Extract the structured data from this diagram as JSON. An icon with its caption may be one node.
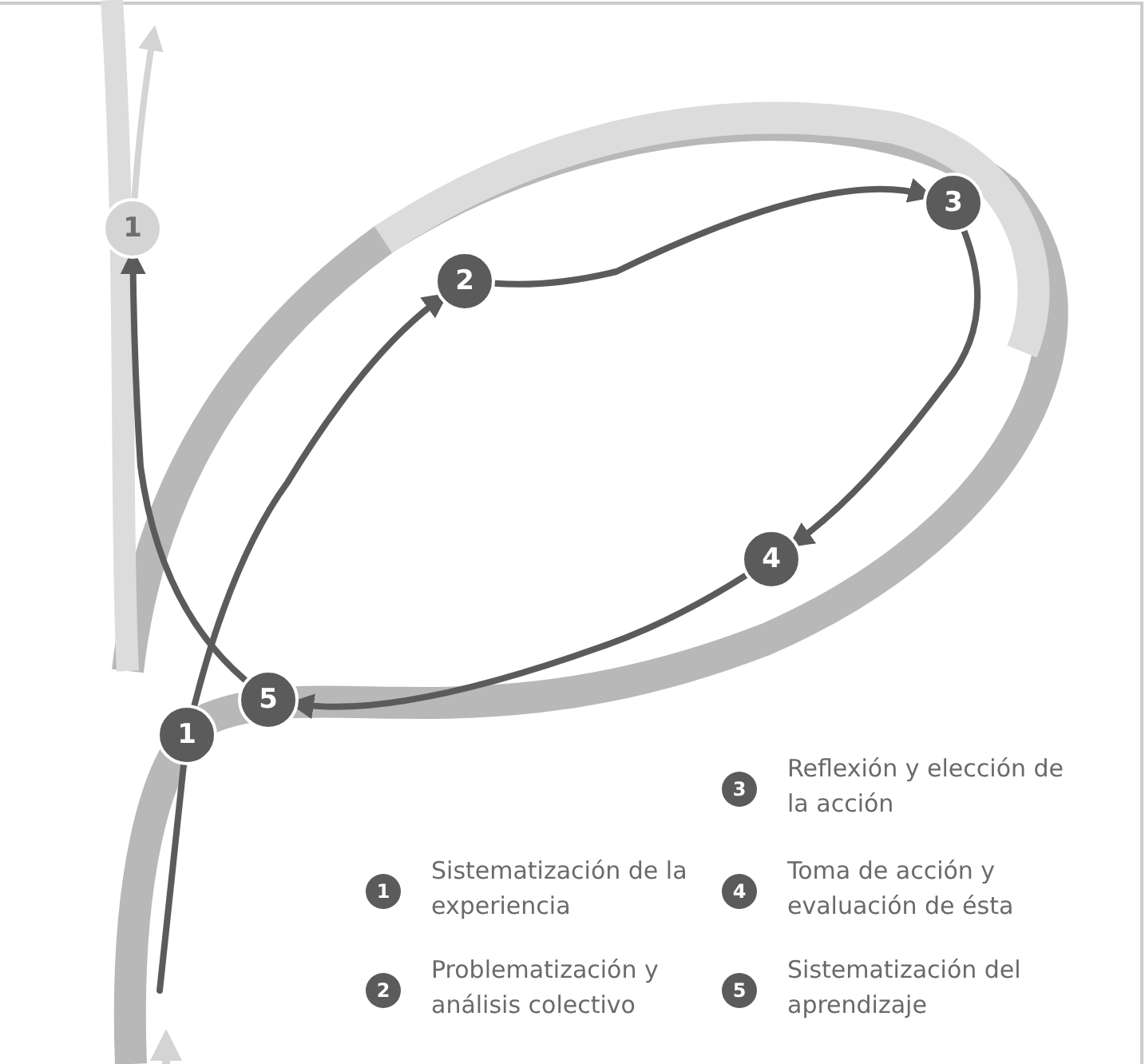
{
  "diagram": {
    "nodes": [
      {
        "text": [
          "1"
        ]
      },
      {
        "text": [
          "2"
        ]
      },
      {
        "text": [
          "3"
        ]
      },
      {
        "text": [
          "4"
        ]
      },
      {
        "text": [
          "5"
        ]
      },
      {
        "text": [
          "1"
        ]
      },
      {
        "text": [
          "1"
        ],
        "beside": [
          "Sistematización de la experiencia"
        ]
      },
      {
        "text": [
          "2"
        ],
        "beside": [
          "Problematización y análisis colectivo"
        ]
      },
      {
        "text": [
          "3"
        ],
        "beside": [
          "Reflexión y elección de la acción"
        ]
      },
      {
        "text": [
          "4"
        ],
        "beside": [
          "Toma de acción y evaluación de ésta"
        ]
      },
      {
        "text": [
          "5"
        ],
        "beside": [
          "Sistematización del aprendizaje"
        ]
      }
    ],
    "edges": [
      {
        "from": null,
        "to": 5,
        "arrow": "none"
      },
      {
        "from": 5,
        "to": 1,
        "arrow": "to"
      },
      {
        "from": 1,
        "to": 2,
        "arrow": "to"
      },
      {
        "from": 2,
        "to": 3,
        "arrow": "to"
      },
      {
        "from": 3,
        "to": 4,
        "arrow": "to"
      },
      {
        "from": 4,
        "to": 0,
        "arrow": "to"
      },
      {
        "from": 0,
        "to": null,
        "arrow": "to",
        "color": "#d4d4d4"
      }
    ]
  }
}
